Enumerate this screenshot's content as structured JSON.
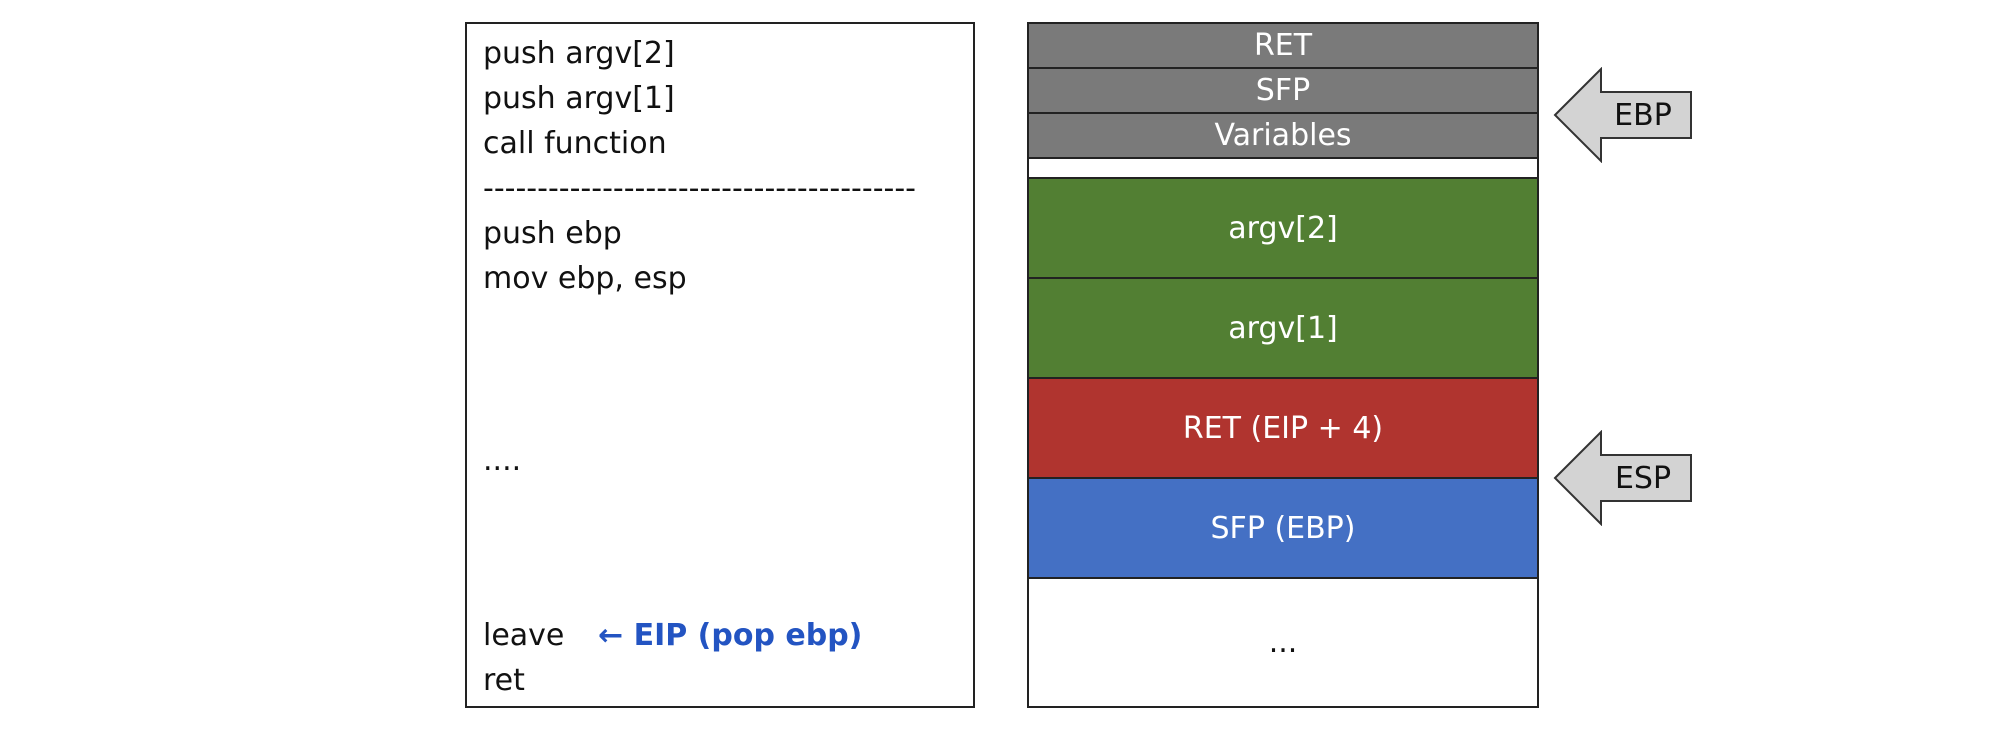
{
  "code": {
    "lines": [
      "push argv[2]",
      "push argv[1]",
      "call function",
      "----------------------------------------",
      "push ebp",
      "mov ebp, esp",
      "....",
      "leave",
      "ret"
    ],
    "eip_note": "← EIP (pop ebp)"
  },
  "stack": {
    "cells": [
      "RET",
      "SFP",
      "Variables",
      "",
      "argv[2]",
      "argv[1]",
      "RET (EIP + 4)",
      "SFP (EBP)",
      "..."
    ]
  },
  "pointers": {
    "ebp": "EBP",
    "esp": "ESP"
  },
  "colors": {
    "frame_gray": "#7a7a7a",
    "argv_green": "#527f33",
    "ret_red": "#b0342f",
    "sfp_blue": "#4470c4",
    "eip_blue": "#2354c2",
    "arrow_fill": "#d3d3d3"
  }
}
